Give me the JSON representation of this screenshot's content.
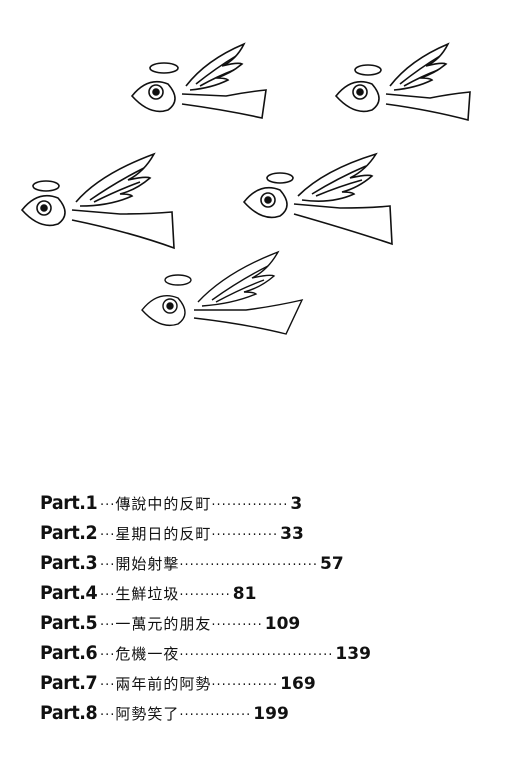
{
  "illustration": {
    "icon": "angel-eyeball-icon"
  },
  "toc": {
    "entries": [
      {
        "part": "Part.1",
        "lead": "···",
        "title": "傳說中的反町",
        "dots": "···············",
        "page": "3"
      },
      {
        "part": "Part.2",
        "lead": "···",
        "title": "星期日的反町",
        "dots": "·············",
        "page": "33"
      },
      {
        "part": "Part.3",
        "lead": "···",
        "title": "開始射擊",
        "dots": "···························",
        "page": "57"
      },
      {
        "part": "Part.4",
        "lead": "···",
        "title": "生鮮垃圾",
        "dots": "··········",
        "page": "81"
      },
      {
        "part": "Part.5",
        "lead": "···",
        "title": "一萬元的朋友",
        "dots": "··········",
        "page": "109"
      },
      {
        "part": "Part.6",
        "lead": "···",
        "title": "危機一夜",
        "dots": "······························",
        "page": "139"
      },
      {
        "part": "Part.7",
        "lead": "···",
        "title": "兩年前的阿勢",
        "dots": "·············",
        "page": "169"
      },
      {
        "part": "Part.8",
        "lead": "···",
        "title": "阿勢笑了",
        "dots": "··············",
        "page": "199"
      }
    ]
  }
}
